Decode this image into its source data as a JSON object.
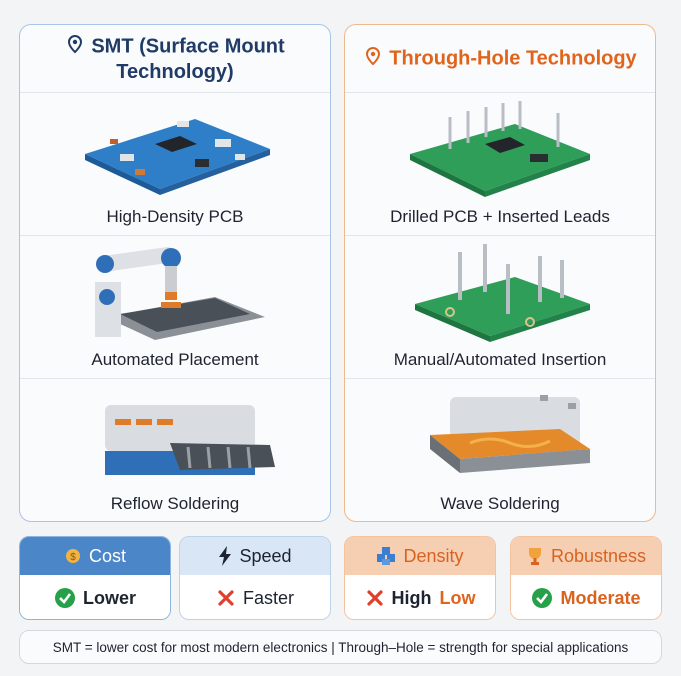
{
  "columns": {
    "smt": {
      "title": "SMT (Surface Mount Technology)",
      "icon": "location-pin-icon",
      "rows": [
        {
          "label": "High-Density PCB",
          "icon": "blue-pcb-smd-illustration"
        },
        {
          "label": "Automated Placement",
          "icon": "robotic-arm-illustration"
        },
        {
          "label": "Reflow Soldering",
          "icon": "reflow-oven-illustration"
        }
      ]
    },
    "th": {
      "title": "Through-Hole Technology",
      "icon": "location-pin-icon",
      "rows": [
        {
          "label": "Drilled PCB + Inserted Leads",
          "icon": "green-pcb-leads-illustration"
        },
        {
          "label": "Manual/Automated Insertion",
          "icon": "green-pcb-pins-illustration"
        },
        {
          "label": "Wave Soldering",
          "icon": "wave-solder-illustration"
        }
      ]
    }
  },
  "stats": [
    {
      "title": "Cost",
      "title_icon": "coin-icon",
      "value": "Lower",
      "status_icon": "check-circle-icon"
    },
    {
      "title": "Speed",
      "title_icon": "lightning-icon",
      "value": "Faster",
      "status_icon": "x-icon"
    },
    {
      "title": "Density",
      "title_icon": "chip-icon",
      "value": "High",
      "extra": "Low",
      "status_icon": "x-icon"
    },
    {
      "title": "Robustness",
      "title_icon": "trophy-icon",
      "value": "Moderate",
      "status_icon": "check-circle-icon"
    }
  ],
  "footer": "SMT = lower cost for most modern electronics | Through–Hole = strength for special applications",
  "colors": {
    "smt_accent": "#1f3b66",
    "th_accent": "#e0641c",
    "smt_pcb": "#2f7fc8",
    "th_pcb": "#2e9e58"
  }
}
